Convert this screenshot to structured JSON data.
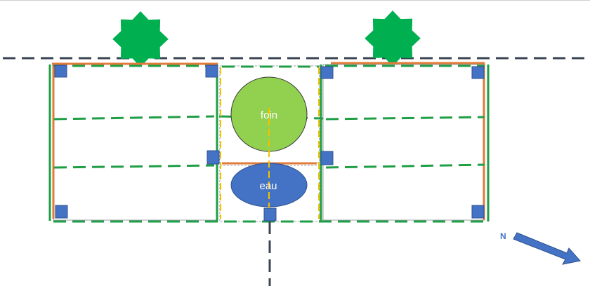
{
  "diagram": {
    "labels": {
      "hay": "foin",
      "water": "eau",
      "north": "N"
    },
    "colors": {
      "background": "#ffffff",
      "dashed_line": "#3a4452",
      "fence_green": "#1f9e45",
      "wall_orange": "#e07b39",
      "post_blue": "#4472c4",
      "post_border": "#2f528f",
      "hay_fill": "#92d050",
      "water_fill": "#4472c4",
      "tree_green": "#00b050",
      "yellow_line": "#f2c200",
      "arrow_blue": "#4472c4",
      "north_text": "#4472c4"
    },
    "icons": [
      "star-tree-icon",
      "north-arrow-icon"
    ]
  }
}
